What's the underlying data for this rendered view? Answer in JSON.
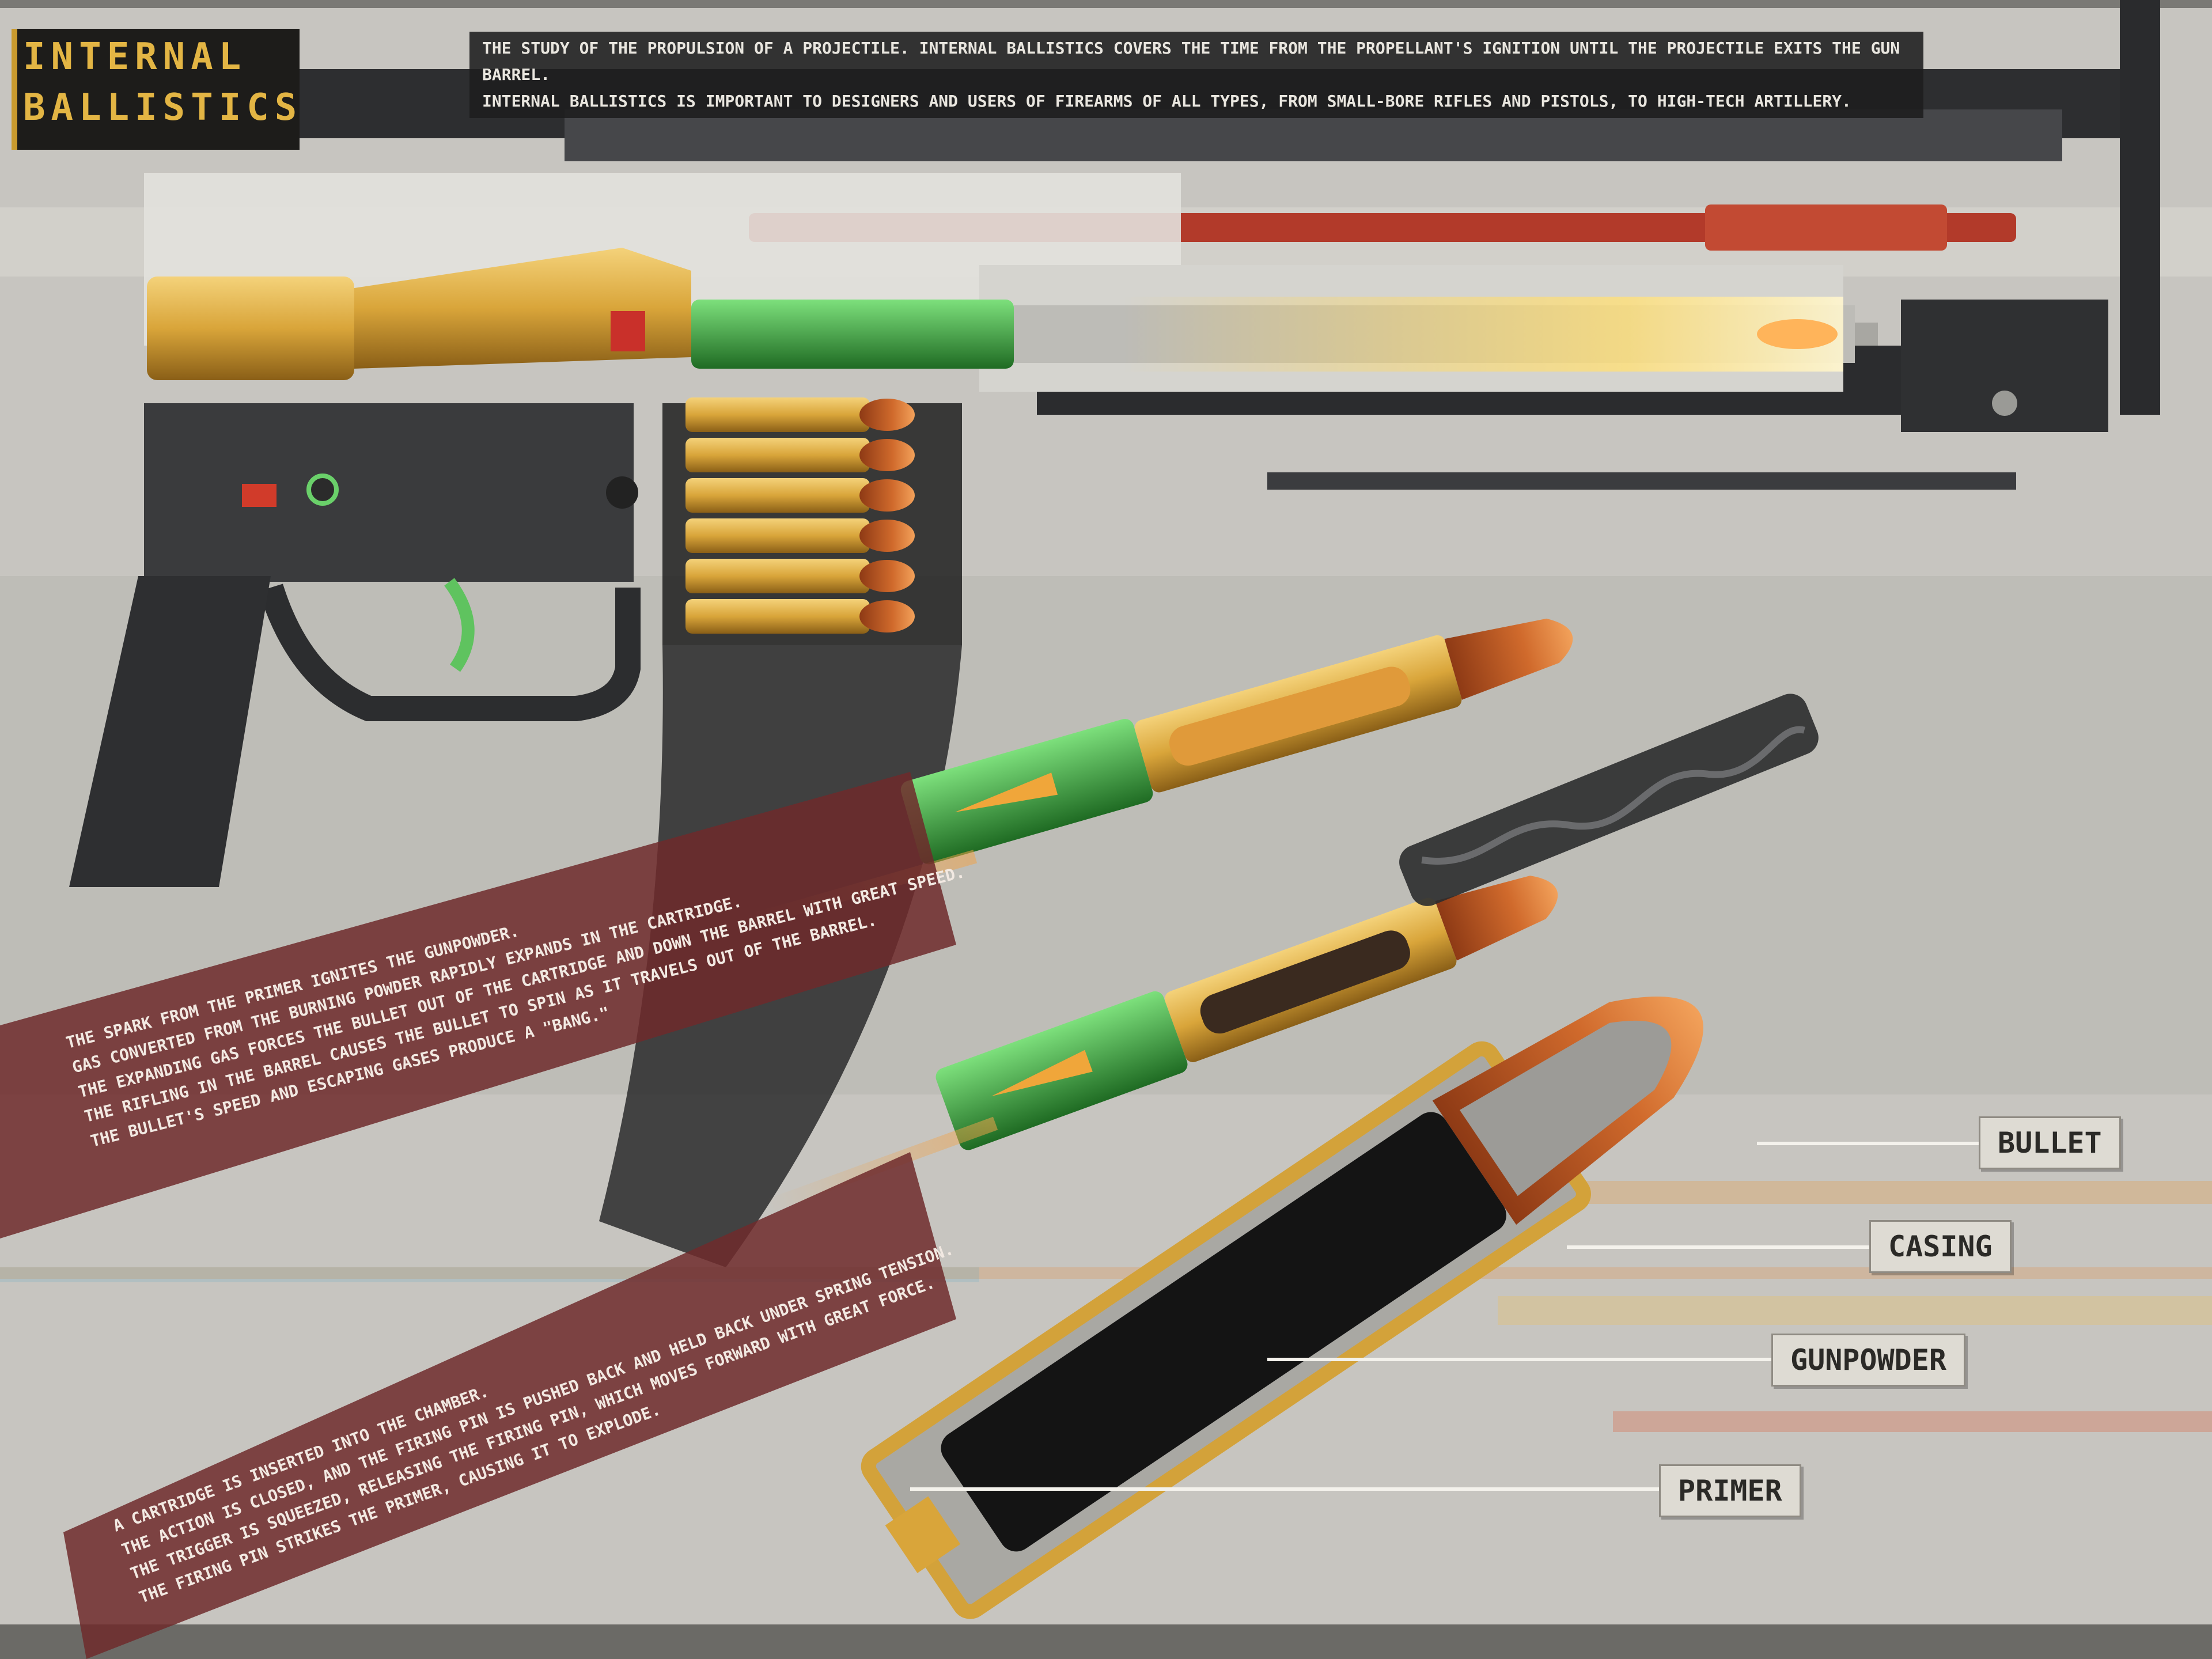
{
  "title": {
    "line1": "INTERNAL",
    "line2": "BALLISTICS"
  },
  "intro": {
    "line1": "THE STUDY OF THE PROPULSION OF A PROJECTILE. INTERNAL BALLISTICS COVERS THE TIME FROM THE PROPELLANT'S IGNITION UNTIL THE PROJECTILE EXITS THE GUN BARREL.",
    "line2": "INTERNAL BALLISTICS IS IMPORTANT TO DESIGNERS AND USERS OF FIREARMS OF ALL TYPES, FROM SMALL-BORE RIFLES AND PISTOLS, TO HIGH-TECH ARTILLERY."
  },
  "steps_upper": [
    "THE SPARK FROM THE PRIMER IGNITES THE GUNPOWDER.",
    "GAS CONVERTED FROM THE BURNING POWDER RAPIDLY EXPANDS IN THE CARTRIDGE.",
    "THE EXPANDING GAS FORCES THE BULLET OUT OF THE CARTRIDGE AND DOWN THE BARREL WITH GREAT SPEED.",
    "THE RIFLING IN THE BARREL CAUSES THE BULLET TO SPIN AS IT TRAVELS OUT OF THE BARREL.",
    "THE BULLET'S SPEED AND ESCAPING GASES PRODUCE A \"BANG.\""
  ],
  "steps_lower": [
    "A CARTRIDGE IS INSERTED INTO THE CHAMBER.",
    "THE ACTION IS CLOSED, AND THE FIRING PIN IS PUSHED BACK AND HELD BACK UNDER SPRING TENSION.",
    "THE TRIGGER IS SQUEEZED, RELEASING THE FIRING PIN, WHICH MOVES FORWARD WITH GREAT FORCE.",
    "THE FIRING PIN STRIKES THE PRIMER, CAUSING IT TO EXPLODE."
  ],
  "labels": {
    "bullet": "BULLET",
    "casing": "CASING",
    "gunpowder": "GUNPOWDER",
    "primer": "PRIMER"
  },
  "colors": {
    "brass": "#d9a53a",
    "copper": "#c9602a",
    "title_gold": "#e3b544",
    "text_band": "#6e2a2c",
    "receiver": "#3a3b3d",
    "green_part": "#3c9a3e",
    "red_part": "#b23a2a"
  }
}
